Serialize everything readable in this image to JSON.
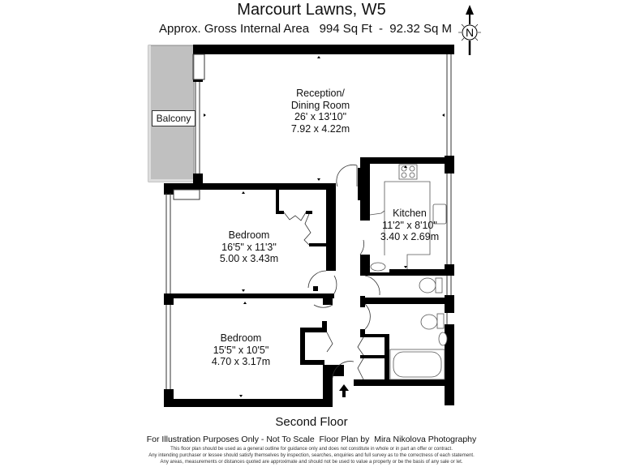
{
  "header": {
    "title": "Marcourt Lawns, W5",
    "subtitle": "Approx. Gross Internal Area   994 Sq Ft  -  92.32 Sq M",
    "area_sqft": "994 Sq Ft",
    "area_sqm": "92.32 Sq M",
    "compass_label": "N"
  },
  "rooms": [
    {
      "name": "Reception/",
      "name2": "Dining Room",
      "imperial": "26' x 13'10\"",
      "metric": "7.92 x 4.22m"
    },
    {
      "name": "Kitchen",
      "imperial": "11'2\" x 8'10\"",
      "metric": "3.40 x 2.69m"
    },
    {
      "name": "Bedroom",
      "imperial": "16'5\" x 11'3\"",
      "metric": "5.00 x 3.43m"
    },
    {
      "name": "Bedroom",
      "imperial": "15'5\" x 10'5\"",
      "metric": "4.70 x 3.17m"
    },
    {
      "name": "Balcony"
    }
  ],
  "footer": {
    "floor_name": "Second Floor",
    "credit": "For Illustration Purposes Only - Not To Scale  Floor Plan by  Mira Nikolova Photography",
    "disclaimer": [
      "This floor plan should be used as a general outline for guidance only and does not constitute in whole or in part an offer or contract.",
      "Any intending purchaser or lessee should satisfy themselves by inspection, searches, enquiries and full survey as to the correctness of each statement.",
      "Any areas, measurements or distances quoted are approximate and should not be used to value a property or be the basis of any sale or let."
    ]
  },
  "colors": {
    "wall": "#000000",
    "balcony_fill": "#c0c0c0",
    "background": "#ffffff"
  }
}
